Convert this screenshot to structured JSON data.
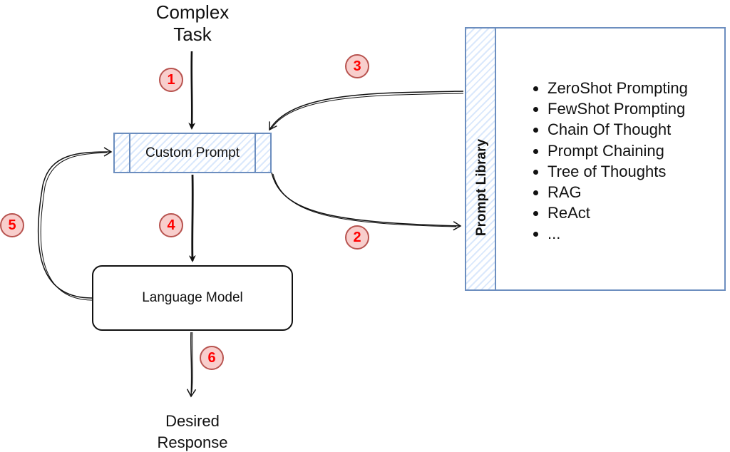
{
  "nodes": {
    "complex_task": "Complex\nTask",
    "custom_prompt": "Custom Prompt",
    "language_model": "Language Model",
    "prompt_library": "Prompt Library",
    "desired_response": "Desired\nResponse"
  },
  "library_items": [
    "ZeroShot Prompting",
    "FewShot Prompting",
    "Chain Of Thought",
    "Prompt Chaining",
    "Tree of Thoughts",
    "RAG",
    "ReAct",
    "..."
  ],
  "steps": [
    "1",
    "2",
    "3",
    "4",
    "5",
    "6"
  ],
  "colors": {
    "blue_stroke": "#6c8ebf",
    "blue_fill": "#dae8fc",
    "step_fill": "#f8cecc",
    "step_stroke": "#b85450",
    "step_text": "#ff0000"
  }
}
